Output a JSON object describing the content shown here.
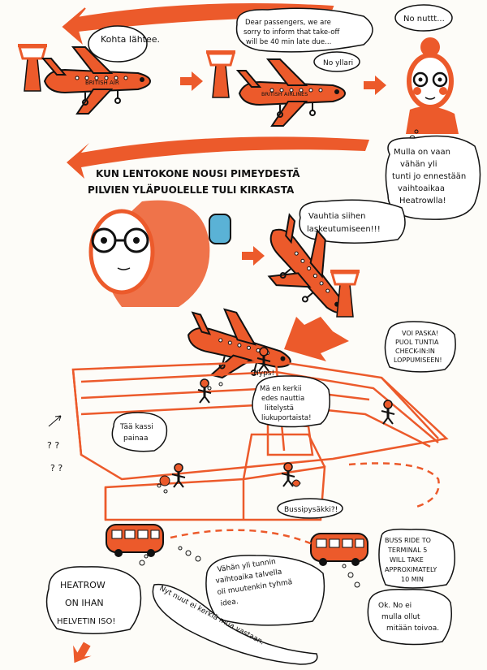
{
  "panel1": {
    "bubble_tower": "Kohta lähtee.",
    "plane1_label": "BRITISH AIR",
    "announcement": [
      "Dear passengers, we are",
      "sorry to inform that take-off",
      "will be 40 min late due..."
    ],
    "no_ylla": "No yllari",
    "plane2_label": "BRITISH AIRLINES",
    "no_nuttt": "No nuttt...",
    "thought": [
      "Mulla on vaan",
      "vähän yli",
      "tunti jo ennestään",
      "vaihtoaikaa",
      "Heatrowlla!"
    ]
  },
  "panel2": {
    "caption": [
      "KUN LENTOKONE NOUSI PIMEYDESTÄ",
      "PILVIEN YLÄPUOLELLE TULI KIRKASTA"
    ],
    "landing": [
      "Vauhtia siihen",
      "laskeutumiseen!!!"
    ]
  },
  "panel3": {
    "voi_paska": [
      "VOI PASKA!",
      "PUOL TUNTIA",
      "CHECK-IN:IN",
      "LOPPUMISEEN!"
    ],
    "hyps": "Hyps!",
    "kerkii": [
      "Mä en kerkii",
      "edes nauttia",
      "liitelystä",
      "liukuportaista!"
    ],
    "kassi": [
      "Tää kassi",
      "painaa"
    ],
    "bus_question": "Bussipysäkki?!"
  },
  "panel4": {
    "bus_ride": [
      "BUSS RIDE TO",
      "TERMINAL 5",
      "WILL TAKE",
      "APPROXIMATELY",
      "10 MIN"
    ],
    "heatrow": [
      "HEATROW",
      "ON IHAN",
      "HELVETIN ISO!"
    ],
    "vahan": [
      "Vähän yli tunnin",
      "vaihtoaika talvella",
      "oli muutenkin tyhmä",
      "idea."
    ],
    "nyt": "Nyt nuut ei kerkiä mua vastaan.",
    "ok": [
      "Ok. No ei",
      "mulla ollut",
      "mitään toivoa."
    ]
  },
  "colors": {
    "accent": "#ec5a2b",
    "ink": "#111111",
    "paper": "#fdfcf8"
  }
}
